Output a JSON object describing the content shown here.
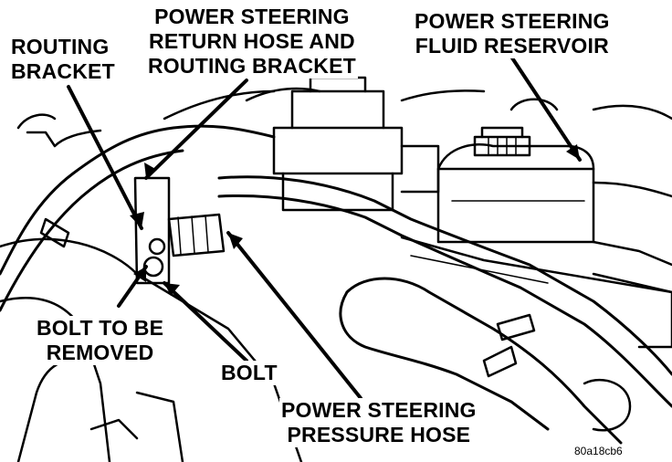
{
  "labels": {
    "return_hose": [
      "POWER STEERING",
      "RETURN HOSE AND",
      "ROUTING BRACKET"
    ],
    "reservoir": [
      "POWER STEERING",
      "FLUID RESERVOIR"
    ],
    "routing_bracket": [
      "ROUTING",
      "BRACKET"
    ],
    "bolt_removed": [
      "BOLT TO BE",
      "REMOVED"
    ],
    "bolt": "BOLT",
    "pressure_hose": [
      "POWER STEERING",
      "PRESSURE HOSE"
    ]
  },
  "figure_code": "80a18cb6"
}
